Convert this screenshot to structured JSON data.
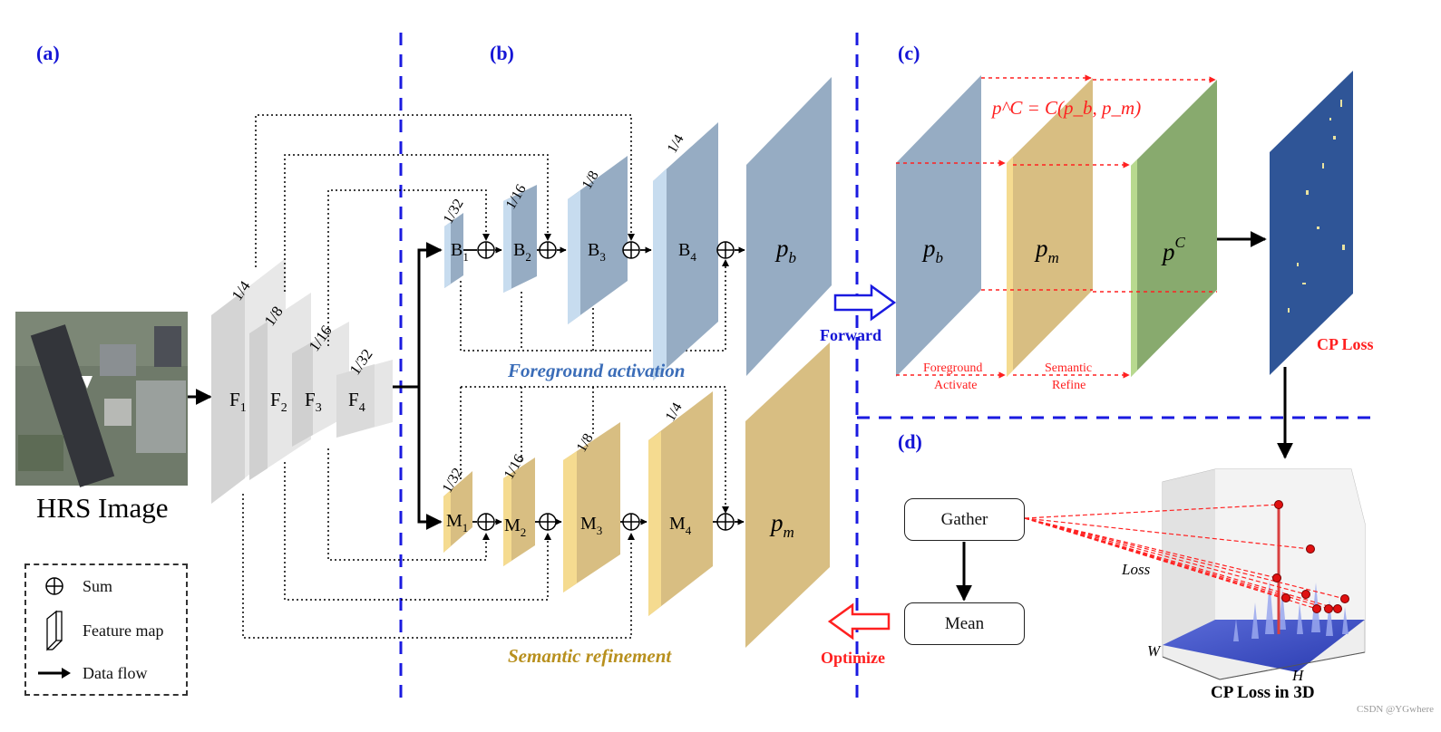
{
  "panels": {
    "a": "(a)",
    "b": "(b)",
    "c": "(c)",
    "d": "(d)"
  },
  "input_caption": "HRS Image",
  "encoder": {
    "features": [
      {
        "label": "F",
        "sub": "1",
        "scale": "1/4"
      },
      {
        "label": "F",
        "sub": "2",
        "scale": "1/8"
      },
      {
        "label": "F",
        "sub": "3",
        "scale": "1/16"
      },
      {
        "label": "F",
        "sub": "4",
        "scale": "1/32"
      }
    ]
  },
  "foreground": {
    "caption": "Foreground activation",
    "blocks": [
      {
        "label": "B",
        "sub": "1",
        "scale": "1/32"
      },
      {
        "label": "B",
        "sub": "2",
        "scale": "1/16"
      },
      {
        "label": "B",
        "sub": "3",
        "scale": "1/8"
      },
      {
        "label": "B",
        "sub": "4",
        "scale": "1/4"
      }
    ],
    "output": {
      "base": "p",
      "sub": "b"
    }
  },
  "semantic": {
    "caption": "Semantic refinement",
    "blocks": [
      {
        "label": "M",
        "sub": "1",
        "scale": "1/32"
      },
      {
        "label": "M",
        "sub": "2",
        "scale": "1/16"
      },
      {
        "label": "M",
        "sub": "3",
        "scale": "1/8"
      },
      {
        "label": "M",
        "sub": "4",
        "scale": "1/4"
      }
    ],
    "output": {
      "base": "p",
      "sub": "m"
    }
  },
  "arrows": {
    "forward": "Forward",
    "optimize": "Optimize"
  },
  "panel_c": {
    "formula": "p^C = C(p_b, p_m)",
    "maps": [
      {
        "base": "p",
        "sub": "b"
      },
      {
        "base": "p",
        "sub": "m"
      },
      {
        "base": "p",
        "sup": "C"
      }
    ],
    "step1": [
      "Foreground",
      "Activate"
    ],
    "step2": [
      "Semantic",
      "Refine"
    ],
    "loss_label": "CP Loss"
  },
  "panel_d": {
    "gather": "Gather",
    "mean": "Mean",
    "axis_loss": "Loss",
    "axis_w": "W",
    "axis_h": "H",
    "title": "CP Loss in 3D"
  },
  "legend": [
    {
      "icon": "sum-icon",
      "text": "Sum"
    },
    {
      "icon": "feature-map-icon",
      "text": "Feature map"
    },
    {
      "icon": "data-flow-icon",
      "text": "Data flow"
    }
  ],
  "watermark": "CSDN @YGwhere",
  "colors": {
    "accent_blue": "#1515d6",
    "feature_blue": "#96acc3",
    "feature_gold": "#d8be82",
    "cp_green": "#88aa6e",
    "loss_map": "#2f5597",
    "highlight_red": "#ff2020",
    "caption_blue": "#3b6db8",
    "caption_gold": "#b8901e"
  }
}
